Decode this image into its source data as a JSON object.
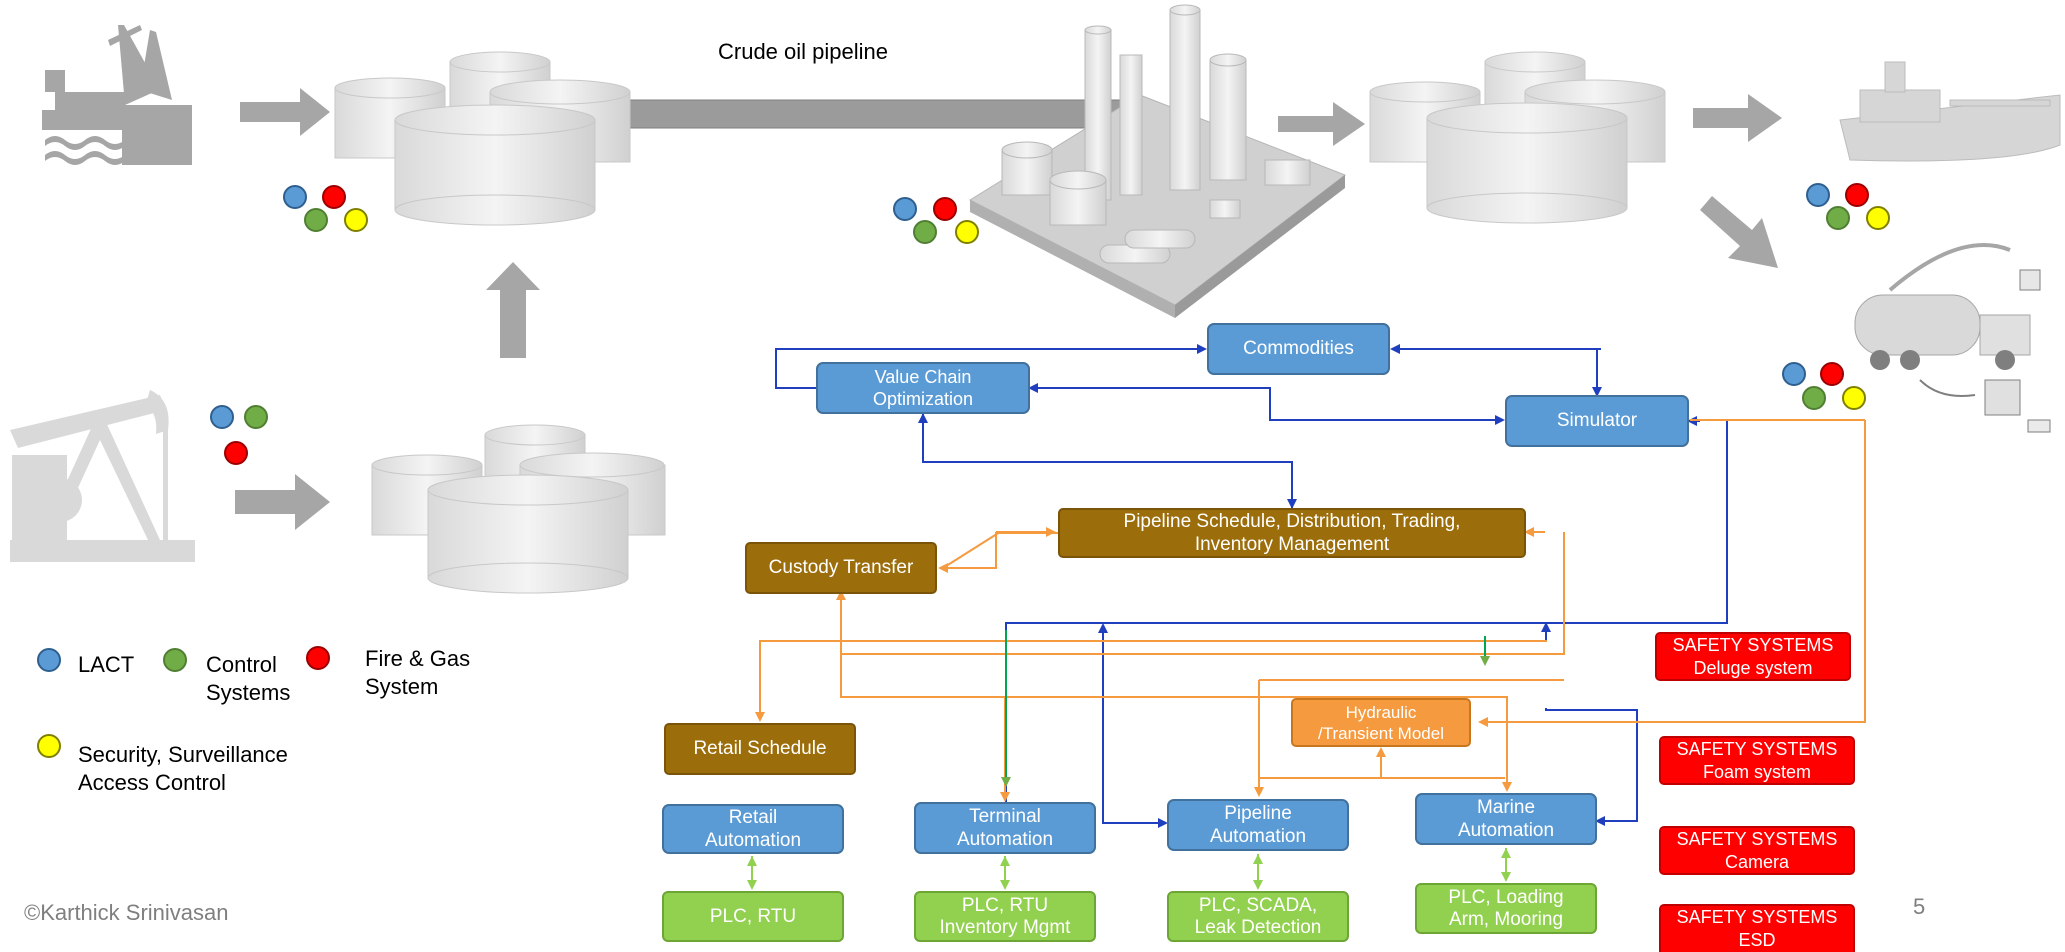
{
  "title": "Crude oil pipeline",
  "legend": {
    "lact": "LACT",
    "control_line1": "Control",
    "control_line2": "Systems",
    "firegas_line1": "Fire & Gas",
    "firegas_line2": "System",
    "security_line1": "Security, Surveillance",
    "security_line2": "Access Control"
  },
  "boxes": {
    "commodities": "Commodities",
    "value_chain_line1": "Value Chain",
    "value_chain_line2": "Optimization",
    "simulator": "Simulator",
    "pipeline_schedule_line1": "Pipeline Schedule, Distribution,  Trading,",
    "pipeline_schedule_line2": "Inventory Management",
    "custody_transfer": "Custody Transfer",
    "retail_schedule": "Retail Schedule",
    "hydraulic_line1": "Hydraulic",
    "hydraulic_line2": "/Transient Model",
    "retail_auto_line1": "Retail",
    "retail_auto_line2": "Automation",
    "terminal_auto_line1": "Terminal",
    "terminal_auto_line2": "Automation",
    "pipeline_auto_line1": "Pipeline",
    "pipeline_auto_line2": "Automation",
    "marine_auto_line1": "Marine",
    "marine_auto_line2": "Automation",
    "plc_rtu": "PLC, RTU",
    "plc_rtu_inv_line1": "PLC, RTU",
    "plc_rtu_inv_line2": "Inventory Mgmt",
    "plc_scada_line1": "PLC, SCADA,",
    "plc_scada_line2": "Leak Detection",
    "plc_loading_line1": "PLC, Loading",
    "plc_loading_line2": "Arm, Mooring"
  },
  "safety": {
    "label": "SAFETY SYSTEMS",
    "deluge": "Deluge system",
    "foam": "Foam system",
    "camera": "Camera",
    "esd": "ESD"
  },
  "footer": {
    "copyright": "©Karthick Srinivasan",
    "page_number": "5"
  },
  "colors": {
    "lact": "#5b9bd5",
    "control": "#70ad47",
    "fire_gas": "#ff0000",
    "security": "#ffff00",
    "system_box": "#5b9bd5",
    "planning_box": "#9c6d0b",
    "model_box": "#f59a3e",
    "field_box": "#92d050",
    "safety_box": "#ff0000",
    "blue_connector": "#1f3fbf",
    "orange_connector": "#f59a3e",
    "green_connector": "#70ad47"
  },
  "icons": [
    "port-crane-icon",
    "storage-tank-icon",
    "refinery-icon",
    "tanker-ship-icon",
    "tanker-truck-icon",
    "pumpjack-icon",
    "flow-arrow-icon"
  ]
}
